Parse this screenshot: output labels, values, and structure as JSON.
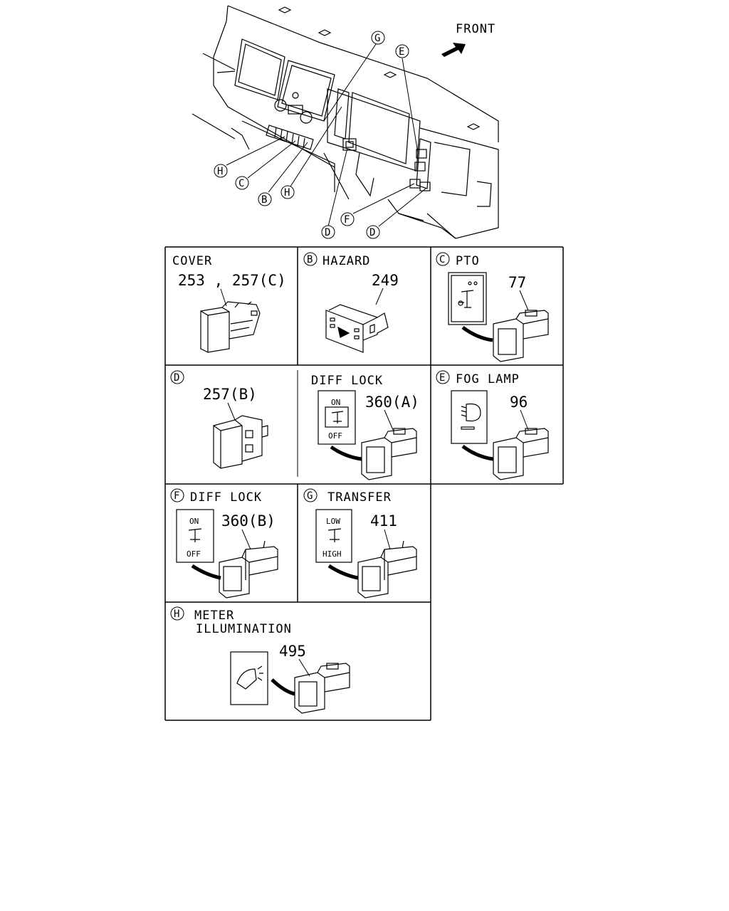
{
  "overview": {
    "front_label": "FRONT",
    "callouts": [
      "G",
      "E",
      "H",
      "C",
      "B",
      "H",
      "D",
      "F",
      "D"
    ]
  },
  "panels": {
    "cover": {
      "title": "COVER",
      "part": "253 , 257(C)"
    },
    "b": {
      "letter": "B",
      "title": "HAZARD",
      "part": "249"
    },
    "c": {
      "letter": "C",
      "title": "PTO",
      "part": "77"
    },
    "d": {
      "letter": "D",
      "part": "257(B)"
    },
    "diff_a": {
      "title": "DIFF LOCK",
      "part": "360(A)",
      "on": "ON",
      "off": "OFF"
    },
    "e": {
      "letter": "E",
      "title": "FOG LAMP",
      "part": "96"
    },
    "f": {
      "letter": "F",
      "title": "DIFF LOCK",
      "part": "360(B)",
      "on": "ON",
      "off": "OFF"
    },
    "g": {
      "letter": "G",
      "title": "TRANSFER",
      "part": "411",
      "low": "LOW",
      "high": "HIGH"
    },
    "h": {
      "letter": "H",
      "title_line1": "METER",
      "title_line2": "ILLUMINATION",
      "part": "495"
    }
  }
}
